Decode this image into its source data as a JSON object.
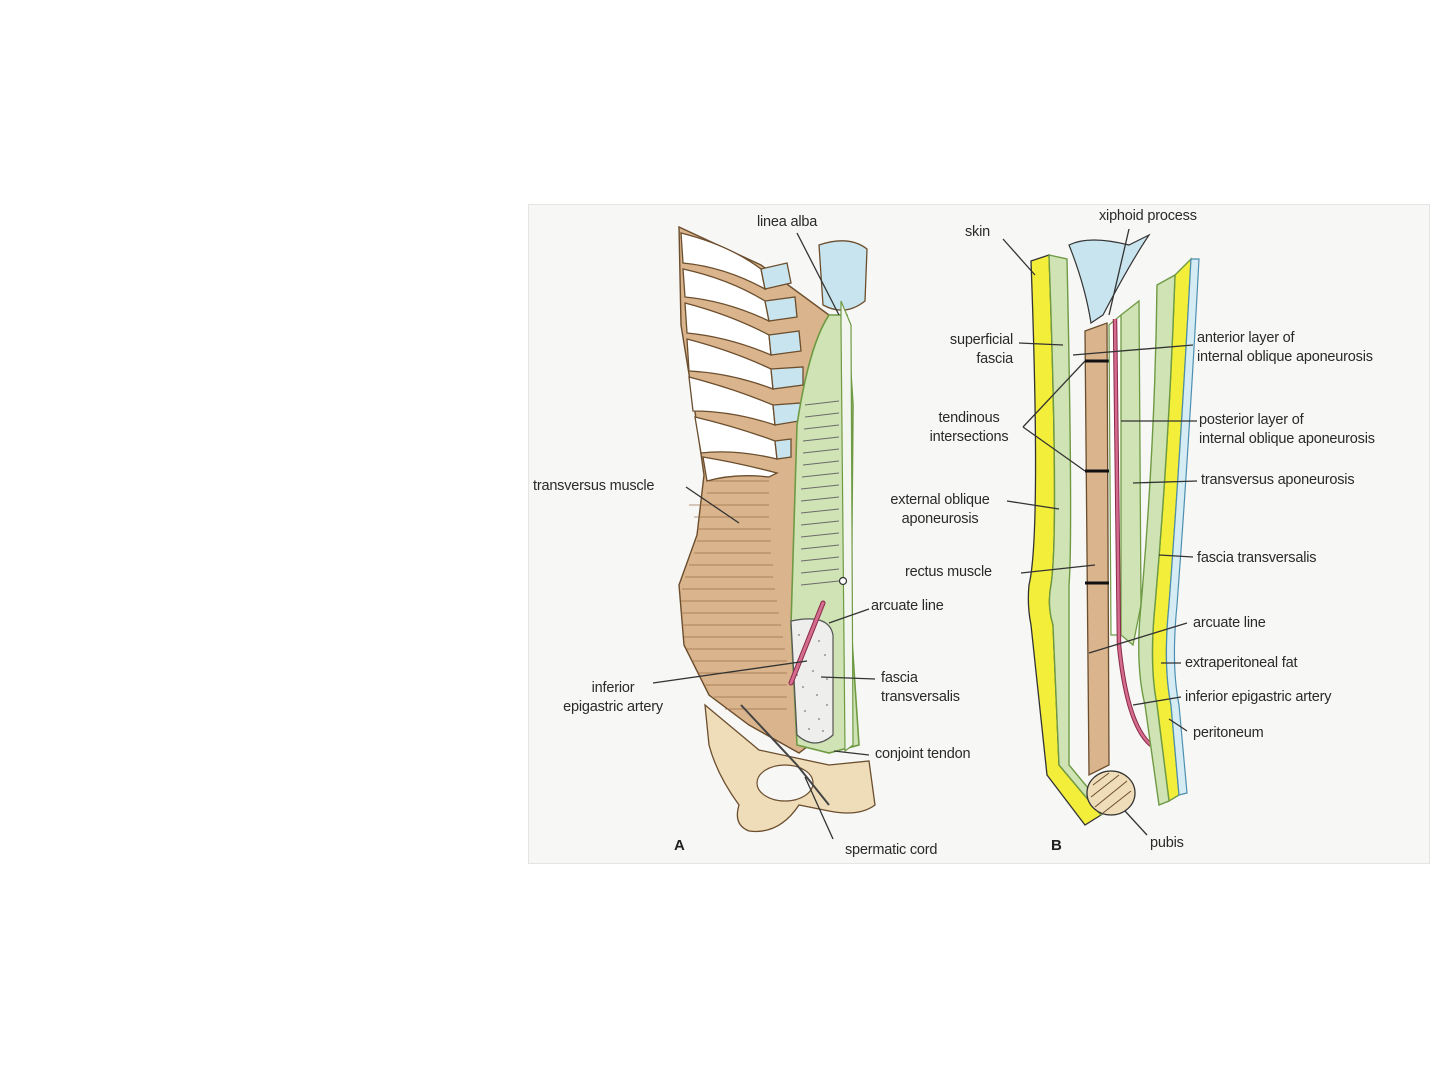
{
  "panels": {
    "a": "A",
    "b": "B"
  },
  "labels_a": {
    "linea_alba": "linea alba",
    "transversus_muscle": "transversus muscle",
    "arcuate_line": "arcuate line",
    "inferior_epigastric_artery_1": "inferior",
    "inferior_epigastric_artery_2": "epigastric artery",
    "fascia_transversalis_1": "fascia",
    "fascia_transversalis_2": "transversalis",
    "conjoint_tendon": "conjoint tendon",
    "spermatic_cord": "spermatic cord"
  },
  "labels_b": {
    "skin": "skin",
    "xiphoid_process": "xiphoid process",
    "superficial_fascia_1": "superficial",
    "superficial_fascia_2": "fascia",
    "tendinous_intersections_1": "tendinous",
    "tendinous_intersections_2": "intersections",
    "external_oblique_1": "external oblique",
    "external_oblique_2": "aponeurosis",
    "rectus_muscle": "rectus muscle",
    "anterior_layer_1": "anterior layer of",
    "anterior_layer_2": "internal oblique aponeurosis",
    "posterior_layer_1": "posterior layer of",
    "posterior_layer_2": "internal oblique aponeurosis",
    "transversus_aponeurosis": "transversus aponeurosis",
    "fascia_transversalis": "fascia transversalis",
    "arcuate_line": "arcuate line",
    "extraperitoneal_fat": "extraperitoneal fat",
    "inferior_epigastric_artery": "inferior epigastric artery",
    "peritoneum": "peritoneum",
    "pubis": "pubis"
  },
  "colors": {
    "muscle": "#d9b48c",
    "rib": "#ffffff",
    "cartilage": "#c8e4ee",
    "aponeurosis": "#cfe3b4",
    "fascia_green": "#6f9a44",
    "fat_yellow": "#f3ee3a",
    "artery": "#c8567a",
    "bone": "#efdcb8",
    "line": "#333333"
  }
}
